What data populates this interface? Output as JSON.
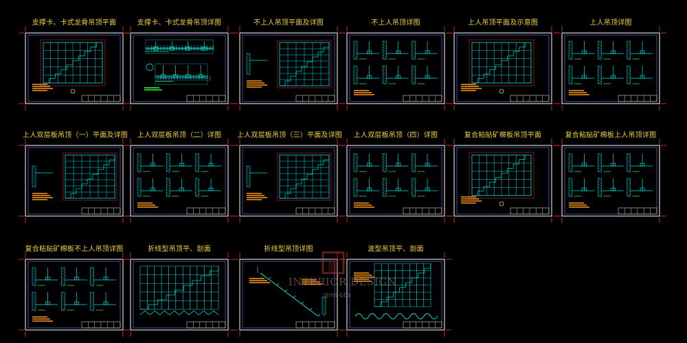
{
  "sheets": [
    {
      "title": "支撑卡、卡式龙骨吊顶平面",
      "kind": "plan"
    },
    {
      "title": "支撑卡、卡式龙骨吊顶详图",
      "kind": "section"
    },
    {
      "title": "不上人吊顶平面及详图",
      "kind": "plan-detail"
    },
    {
      "title": "不上人吊顶详图",
      "kind": "details"
    },
    {
      "title": "上人吊顶平面及示意图",
      "kind": "plan"
    },
    {
      "title": "上人吊顶详图",
      "kind": "details"
    },
    {
      "title": "上人双层板吊顶（一）平面及详图",
      "kind": "plan-detail"
    },
    {
      "title": "上人双层板吊顶（二）详图",
      "kind": "details"
    },
    {
      "title": "上人双层板吊顶（三）平面及详图",
      "kind": "plan-detail"
    },
    {
      "title": "上人双层板吊顶（四）详图",
      "kind": "details"
    },
    {
      "title": "复合粘贴矿棉板吊顶平面",
      "kind": "plan"
    },
    {
      "title": "复合粘贴矿棉板上人吊顶详图",
      "kind": "details"
    },
    {
      "title": "复合粘贴矿棉板不上人吊顶详图",
      "kind": "details"
    },
    {
      "title": "折线型吊顶平、剖面",
      "kind": "fold"
    },
    {
      "title": "折线型吊顶详图",
      "kind": "fold-detail"
    },
    {
      "title": "波型吊顶平、剖面",
      "kind": "wave"
    }
  ],
  "watermark": {
    "text": "INTERIOR DESIGN",
    "sub": "@mt-bbs"
  },
  "colors": {
    "background": "#000000",
    "title": "#f2d23a",
    "frame": "#ffffff",
    "inner_frame": "#8080ff",
    "drawing": "#00e5e5",
    "drawing_light": "#00ffff",
    "accent_red": "#ff3030",
    "note_orange": "#ff9a1f",
    "note_green": "#3cff3c"
  }
}
